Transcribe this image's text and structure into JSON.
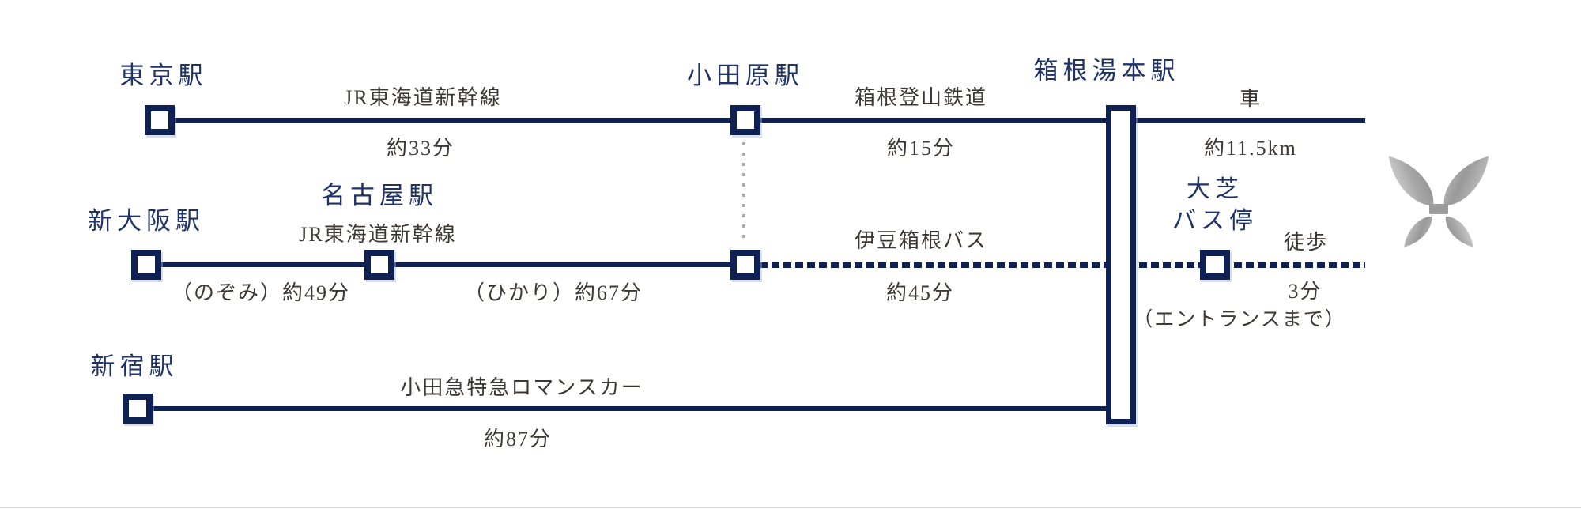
{
  "colors": {
    "line_navy": "#0f2152",
    "station_text_navy": "#1f3367",
    "label_text": "#3e3833",
    "dotted_gray": "#a9a9a9",
    "logo_silver_light": "#d2d2d2",
    "logo_silver_dark": "#8f8f8f"
  },
  "stations": {
    "tokyo": "東京駅",
    "odawara": "小田原駅",
    "hakone_yumoto": "箱根湯本駅",
    "shin_osaka": "新大阪駅",
    "nagoya": "名古屋駅",
    "shinjuku": "新宿駅",
    "oshiba": {
      "line1": "大芝",
      "line2": "バス停"
    }
  },
  "routes": {
    "jr_tokaido_shinkansen_tokyo": {
      "name": "JR東海道新幹線",
      "duration": "約33分"
    },
    "hakone_tozan_railway": {
      "name": "箱根登山鉄道",
      "duration": "約15分"
    },
    "car": {
      "name": "車",
      "distance": "約11.5km"
    },
    "jr_tokaido_shinkansen_osaka": {
      "name": "JR東海道新幹線",
      "nozomi": "（のぞみ）約49分",
      "hikari": "（ひかり）約67分"
    },
    "izu_hakone_bus": {
      "name": "伊豆箱根バス",
      "duration": "約45分"
    },
    "walk": {
      "name": "徒歩",
      "duration": "3分",
      "note": "（エントランスまで）"
    },
    "odakyu_romancecar": {
      "name": "小田急特急ロマンスカー",
      "duration": "約87分"
    }
  }
}
